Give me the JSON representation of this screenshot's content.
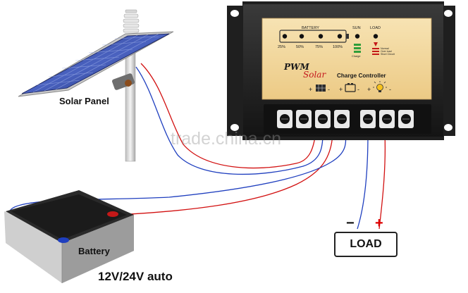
{
  "labels": {
    "solar_panel": "Solar Panel",
    "battery": "Battery",
    "voltage": "12V/24V auto",
    "load": "LOAD",
    "load_minus": "−",
    "load_plus": "+",
    "watermark": "trade.china.cn"
  },
  "controller": {
    "title_pwm": "PWM",
    "title_solar": "Solar",
    "title_rest": "Charge Controller",
    "battery_heading": "BATTERY",
    "sun_heading": "SUN",
    "load_heading": "LOAD",
    "battery_levels": [
      "25%",
      "50%",
      "75%",
      "100%"
    ],
    "charge_label": "Charge",
    "load_legend": [
      "Normal",
      "Over load",
      "Short Circuit"
    ],
    "terminal_signs": {
      "pv_plus": "+",
      "pv_minus": "-",
      "bat_plus": "+",
      "bat_minus": "-",
      "load_plus": "+",
      "load_minus": "-"
    }
  },
  "colors": {
    "positive_wire": "#d21010",
    "negative_wire": "#1f3fbf",
    "controller_body": "#1c1c1c",
    "label_panel": "#f3d9a4",
    "solar_text": "#c4161c"
  },
  "icons": [
    "solar-panel-icon",
    "battery-icon",
    "bulb-icon",
    "sun-icon"
  ]
}
